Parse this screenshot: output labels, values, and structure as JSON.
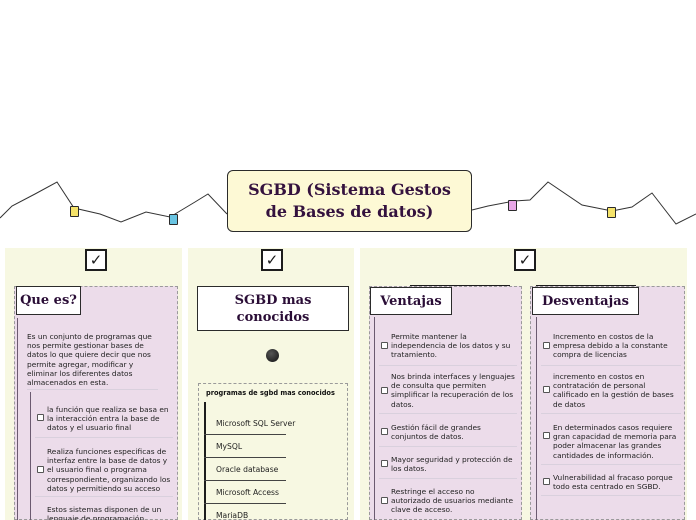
{
  "central": {
    "title": "SGBD (Sistema Gestos de Bases de datos)"
  },
  "colors": {
    "panel_bg": "#f7f8e2",
    "box_lilac": "#ecdcea",
    "central_bg": "#fdf9d5",
    "title_color": "#34123e"
  },
  "left": {
    "topic": "Que es?",
    "description": "Es un conjunto de programas que nos permite gestionar bases de datos lo que quiere decir que nos permite agregar, modificar y eliminar los diferentes datos almacenados en esta.",
    "items": [
      "la función que realiza se basa en la interacción entra la base de datos y el usuario final",
      "Realiza funciones especificas de interfaz entre la base de datos y el usuario final o programa correspondiente, organizando los datos y permitiendo su acceso",
      "Estos sistemas disponen de un lenguaje de programación"
    ]
  },
  "middle": {
    "topic": "SGBD mas conocidos",
    "subtopic": "programas de sgbd mas conocidos",
    "programs": [
      "Microsoft SQL Server",
      "MySQL",
      "Oracle database",
      "Microsoft Access",
      "MariaDB"
    ]
  },
  "right": {
    "ventajas": {
      "topic": "Ventajas",
      "items": [
        "Permite mantener la independencia de los datos y su tratamiento.",
        "Nos brinda interfaces y lenguajes de consulta que permiten simplificar la recuperación de los datos.",
        "Gestión fácil de grandes conjuntos de datos.",
        "Mayor seguridad y protección de los datos.",
        "Restringe el acceso no autorizado de usuarios mediante clave de acceso."
      ]
    },
    "desventajas": {
      "topic": "Desventajas",
      "items": [
        "Incremento en costos de la empresa debido a la constante compra de licencias",
        "incremento en costos en contratación de personal calificado en la gestión de bases de datos",
        "En determinados casos requiere gran capacidad de memoria para poder almacenar las grandes cantidades de información.",
        "Vulnerabilidad al fracaso porque todo esta centrado en SGBD."
      ]
    }
  },
  "icons": {
    "panel_checkbox": "checkbox-checked-icon",
    "markers": [
      "note-marker-icon",
      "note-marker-icon",
      "note-marker-icon",
      "note-marker-icon"
    ]
  }
}
